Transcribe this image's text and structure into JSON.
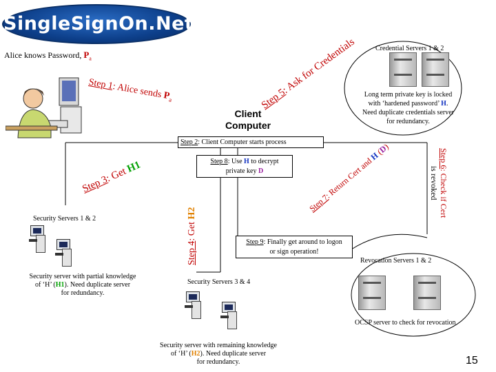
{
  "logo": {
    "text": "SingleSignOn.Net"
  },
  "alice": {
    "text": "Alice knows Password,",
    "p": "P",
    "sub": "a"
  },
  "client_computer": {
    "line1": "Client",
    "line2": "Computer"
  },
  "credential_servers": {
    "title": "Credential Servers 1 & 2",
    "note1": "Long term private key is locked",
    "note2a": "with ‘hardened password’",
    "note2b": "H",
    "note2c": ".",
    "note3": "Need duplicate credentials server",
    "note4": "for redundancy."
  },
  "security_12": {
    "title": "Security Servers 1 & 2",
    "note1": "Security server with partial knowledge",
    "note2a": "of ‘H’ (",
    "note2b": "H1",
    "note2c": "). Need duplicate server",
    "note3": "for redundancy."
  },
  "security_34": {
    "title": "Security Servers 3 & 4",
    "note1": "Security server with remaining knowledge",
    "note2a": "of ‘H’ (",
    "note2b": "H2",
    "note2c": "). Need duplicate server",
    "note3": "for redundancy."
  },
  "revocation": {
    "title": "Revocation Servers 1 & 2",
    "note": "OCSP server to check for revocation"
  },
  "steps": {
    "s1a": "Step 1",
    "s1b": ": Alice sends ",
    "s1c": "P",
    "s1d": "a",
    "s2a": "Step 2",
    "s2b": ": Client Computer starts process",
    "s3a": "Step 3",
    "s3b": ": Get ",
    "s3c": "H1",
    "s4a": "Step 4",
    "s4b": ": Get ",
    "s4c": "H2",
    "s5a": "Step 5",
    "s5b": ": Ask for Credentials",
    "s6a": "Step 6",
    "s6b": ": Check if Cert",
    "s6c": "is revoked",
    "s7a": "Step 7",
    "s7b": ": Return Cert and ",
    "s7c": "H",
    "s7d": " (",
    "s7e": "D",
    "s7f": ")",
    "s8a": "Step 8",
    "s8b": ": Use ",
    "s8c": "H",
    "s8d": " to decrypt",
    "s8e": "private key ",
    "s8f": "D",
    "s9a": "Step 9",
    "s9b": ": Finally get around to logon",
    "s9c": "or sign operation!"
  },
  "page_number": "15"
}
